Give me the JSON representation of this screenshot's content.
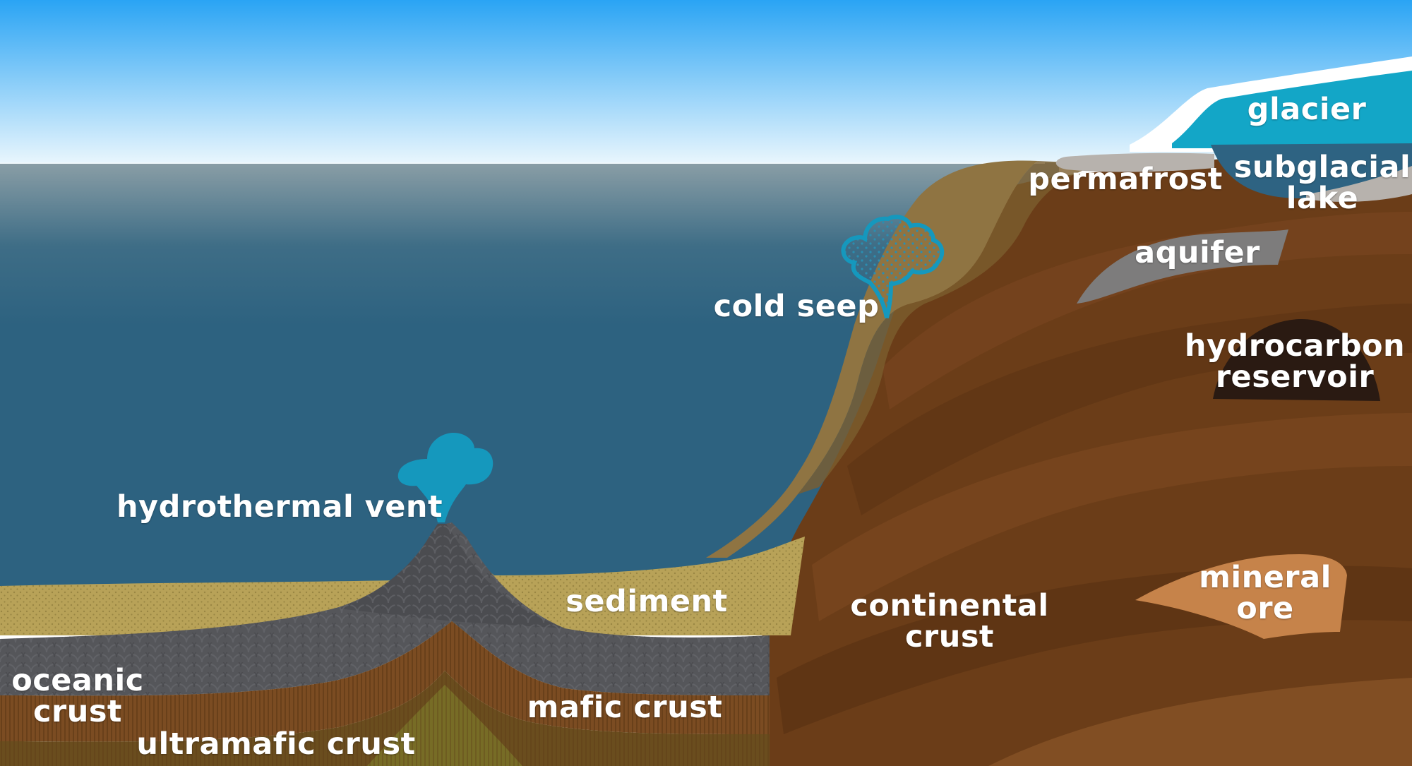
{
  "labels": {
    "glacier": "glacier",
    "subglacial_lake": [
      "subglacial",
      "lake"
    ],
    "permafrost": "permafrost",
    "aquifer": "aquifer",
    "cold_seep": "cold seep",
    "hydrocarbon_reservoir": [
      "hydrocarbon",
      "reservoir"
    ],
    "hydrothermal_vent": "hydrothermal vent",
    "sediment": "sediment",
    "continental_crust": [
      "continental",
      "crust"
    ],
    "mineral_ore": [
      "mineral",
      "ore"
    ],
    "oceanic_crust": [
      "oceanic",
      "crust"
    ],
    "mafic_crust": "mafic crust",
    "ultramafic_crust": "ultramafic crust"
  },
  "colors": {
    "sky_top": "#2aa4f4",
    "sky_bottom": "#e9f6fd",
    "ocean_top": "#8a9ea6",
    "ocean": "#2d6280",
    "glacier": "#13a6c7",
    "ice_cap": "#ffffff",
    "subglacial_lake": "#2e6382",
    "permafrost": "#b7b2ad",
    "aquifer": "#7d7c7c",
    "slope_sediment": "#8f7442",
    "continental_crust": "#6b3d18",
    "hydrocarbon": "#2a1a12",
    "mineral_ore": "#c6834a",
    "sediment": "#b8a258",
    "oceanic_crust": "#55565a",
    "mafic_crust": "#7b4c22",
    "ultramafic_crust": "#6a4d1e",
    "vent_plume": "#1598bd"
  }
}
